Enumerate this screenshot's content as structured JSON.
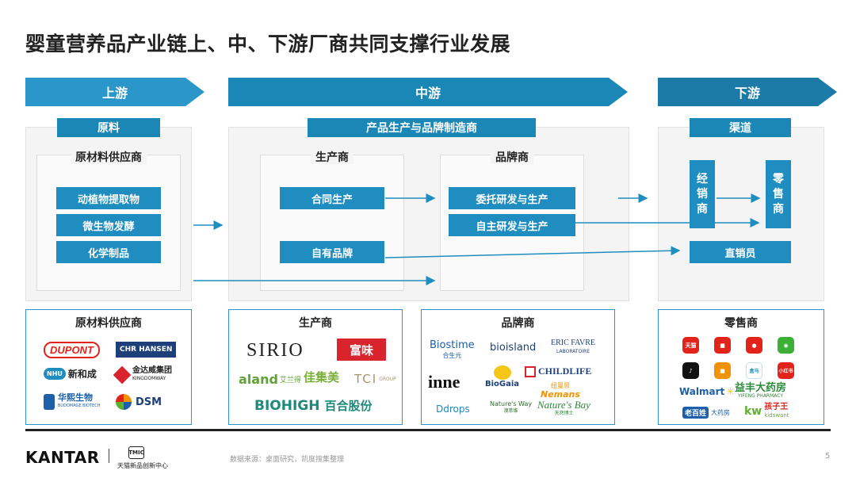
{
  "title": "婴童营养品产业链上、中、下游厂商共同支撑行业发展",
  "stages": {
    "upstream": "上游",
    "midstream": "中游",
    "downstream": "下游"
  },
  "upstream": {
    "tag": "原料",
    "supplier_heading": "原材料供应商",
    "items": [
      "动植物提取物",
      "微生物发酵",
      "化学制品"
    ]
  },
  "midstream": {
    "tag": "产品生产与品牌制造商",
    "manufacturer_heading": "生产商",
    "brand_heading": "品牌商",
    "manufacturer_items": [
      "合同生产",
      "自有品牌"
    ],
    "brand_items": [
      "委托研发与生产",
      "自主研发与生产"
    ]
  },
  "downstream": {
    "tag": "渠道",
    "distributor": "经销商",
    "retailer": "零售商",
    "direct_sales": "直销员"
  },
  "logo_panels": {
    "supplier": "原材料供应商",
    "manufacturer": "生产商",
    "brand": "品牌商",
    "retailer": "零售商"
  },
  "logos": {
    "dupont": "DUPONT",
    "chr_hansen": "CHR HANSEN",
    "nhu_mark": "NHU",
    "nhu_text": "新和成",
    "kingdomway_cn": "金达威集团",
    "kingdomway_en": "KINGDOMWAY",
    "budomage_cn": "华熙生物",
    "budomage_en": "BUDOMAGE BIOTECH",
    "dsm": "DSM",
    "sirio": "SIRIO",
    "fuwei": "富味",
    "aland": "aland",
    "aland_cn": "艾兰得",
    "jimei": "佳集美",
    "tci": "TCI",
    "tci_sub": "GROUP",
    "biohigh": "BIOHIGH",
    "biohigh_cn": "百合股份",
    "biostime": "Biostime",
    "biostime_cn": "合生元",
    "bioisland": "bioisland",
    "eric_favre": "ERIC FAVRE",
    "eric_favre_sub": "LABORATOIRE",
    "inne": "inne",
    "biogaia": "BioGaia",
    "childlife": "CHILDLIFE",
    "nemans_cn": "纽曼思",
    "nemans": "Nemans",
    "ddrops": "Ddrops",
    "natures_way": "Nature's Way",
    "natures_way_cn": "澳萃维",
    "natures_bay": "Nature's Bay",
    "natures_bay_cn": "天然博士",
    "tmall": "天猫",
    "walmart": "Walmart",
    "yifeng_cn": "益丰大药房",
    "yifeng_en": "YIFENG PHARMACY",
    "lbx": "老百姓",
    "lbx_sub": "大药房",
    "kidswant_cn": "孩子王",
    "kidswant_en": "kidswant",
    "kw": "kw",
    "hema": "盒马",
    "xiaohongshu": "小红书"
  },
  "footer": {
    "brand": "KANTAR",
    "tmic": "TMIC",
    "tmic_sub": "天猫新品创新中心",
    "source": "数据来源：桌面研究，凯度搜集整理",
    "page": "5"
  },
  "colors": {
    "accent": "#1A87B7",
    "panel_bg": "#f4f4f4",
    "logo_border": "#2B96C9"
  }
}
